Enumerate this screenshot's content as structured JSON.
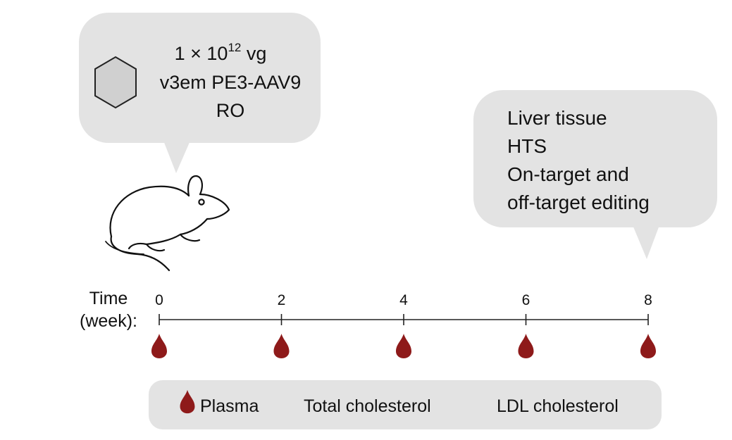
{
  "injection": {
    "dose_base": "1 × 10",
    "dose_exp": "12",
    "dose_unit": " vg",
    "vector": "v3em PE3-AAV9",
    "route": "RO",
    "capsid_icon": "hexagon-capsid-icon",
    "capsid_fill": "#d0d0d0"
  },
  "analysis": {
    "lines": [
      "Liver tissue",
      "HTS",
      "On-target and",
      "off-target editing"
    ]
  },
  "timeline": {
    "label_line1": "Time",
    "label_line2": "(week):",
    "weeks": [
      "0",
      "2",
      "4",
      "6",
      "8"
    ]
  },
  "legend": {
    "drop_icon": "blood-drop-icon",
    "items": [
      "Plasma",
      "Total cholesterol",
      "LDL cholesterol"
    ]
  },
  "colors": {
    "bubble": "#e3e3e3",
    "blood": "#8e1a1a",
    "line": "#222222"
  }
}
